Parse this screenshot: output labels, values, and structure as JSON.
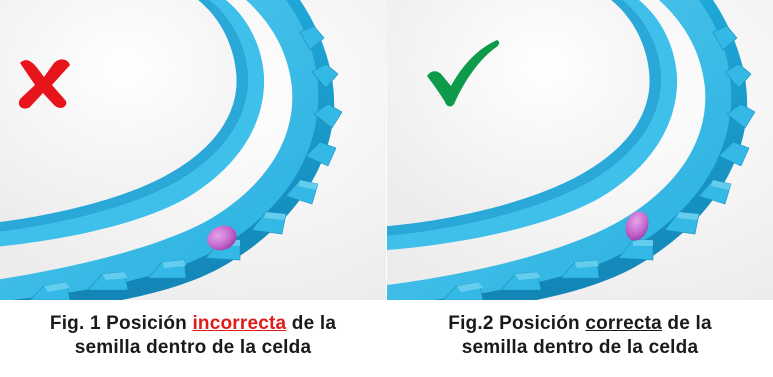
{
  "figures": [
    {
      "status_icon": "x-mark-icon",
      "status_color": "#e8141c",
      "caption_before": "Fig. 1 Posición ",
      "caption_keyword": "incorrecta",
      "caption_after": " de la",
      "caption_line2": "semilla dentro de la celda",
      "keyword_color": "#e01b1b"
    },
    {
      "status_icon": "checkmark-icon",
      "status_color": "#0d9a4a",
      "caption_before": "Fig.2 Posición ",
      "caption_keyword": "correcta",
      "caption_after": " de la",
      "caption_line2": "semilla dentro de la celda",
      "keyword_color": "#1a1a1a"
    }
  ],
  "colors": {
    "disc": "#2bb7e3",
    "disc_dark": "#1593c2",
    "disc_light": "#6fd3f2",
    "seed": "#c86bd0"
  }
}
